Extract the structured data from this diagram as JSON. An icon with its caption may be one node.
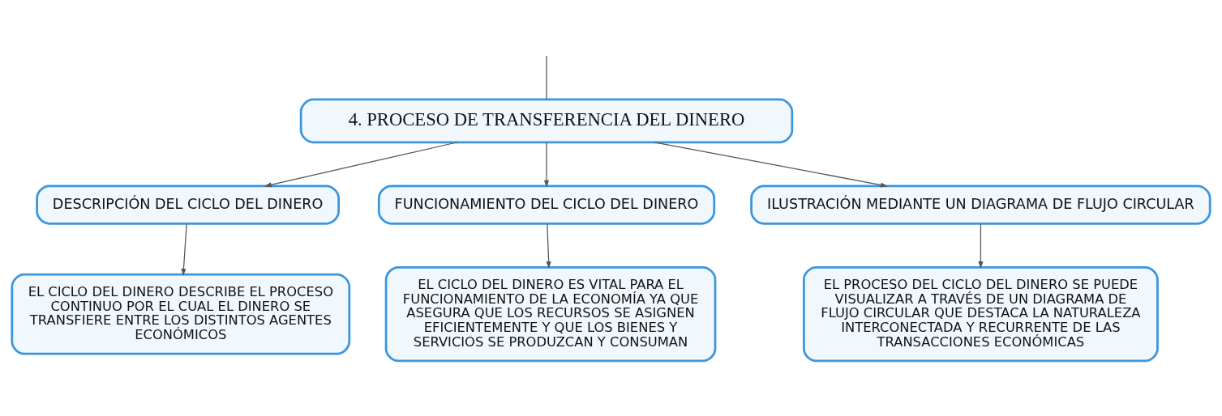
{
  "diagram": {
    "nodes": [
      {
        "text": [
          "4. PROCESO DE TRANSFERENCIA DEL DINERO"
        ]
      },
      {
        "text": [
          "DESCRIPCIÓN DEL CICLO DEL DINERO"
        ]
      },
      {
        "text": [
          "FUNCIONAMIENTO DEL CICLO DEL DINERO"
        ]
      },
      {
        "text": [
          "ILUSTRACIÓN MEDIANTE UN DIAGRAMA DE FLUJO CIRCULAR"
        ]
      },
      {
        "text": [
          "EL CICLO DEL DINERO DESCRIBE EL PROCESO CONTINUO POR EL CUAL EL DINERO SE TRANSFIERE ENTRE LOS DISTINTOS AGENTES ECONÓMICOS"
        ]
      },
      {
        "text": [
          "EL CICLO DEL DINERO ES VITAL PARA EL FUNCIONAMIENTO DE LA ECONOMÍA YA QUE ASEGURA QUE LOS RECURSOS SE ASIGNEN EFICIENTEMENTE Y QUE LOS BIENES Y SERVICIOS SE PRODUZCAN Y CONSUMAN"
        ]
      },
      {
        "text": [
          "EL PROCESO DEL CICLO DEL DINERO SE PUEDE VISUALIZAR A TRAVÉS DE UN DIAGRAMA DE FLUJO CIRCULAR QUE DESTACA LA NATURALEZA INTERCONECTADA Y RECURRENTE DE LAS TRANSACCIONES ECONÓMICAS"
        ]
      }
    ],
    "edges": [
      {
        "from": null,
        "to": 0,
        "arrow": "none"
      },
      {
        "from": 0,
        "to": 1,
        "arrow": "to"
      },
      {
        "from": 0,
        "to": 2,
        "arrow": "to"
      },
      {
        "from": 0,
        "to": 3,
        "arrow": "to"
      },
      {
        "from": 1,
        "to": 4,
        "arrow": "to"
      },
      {
        "from": 2,
        "to": 5,
        "arrow": "to"
      },
      {
        "from": 3,
        "to": 6,
        "arrow": "to"
      }
    ]
  }
}
